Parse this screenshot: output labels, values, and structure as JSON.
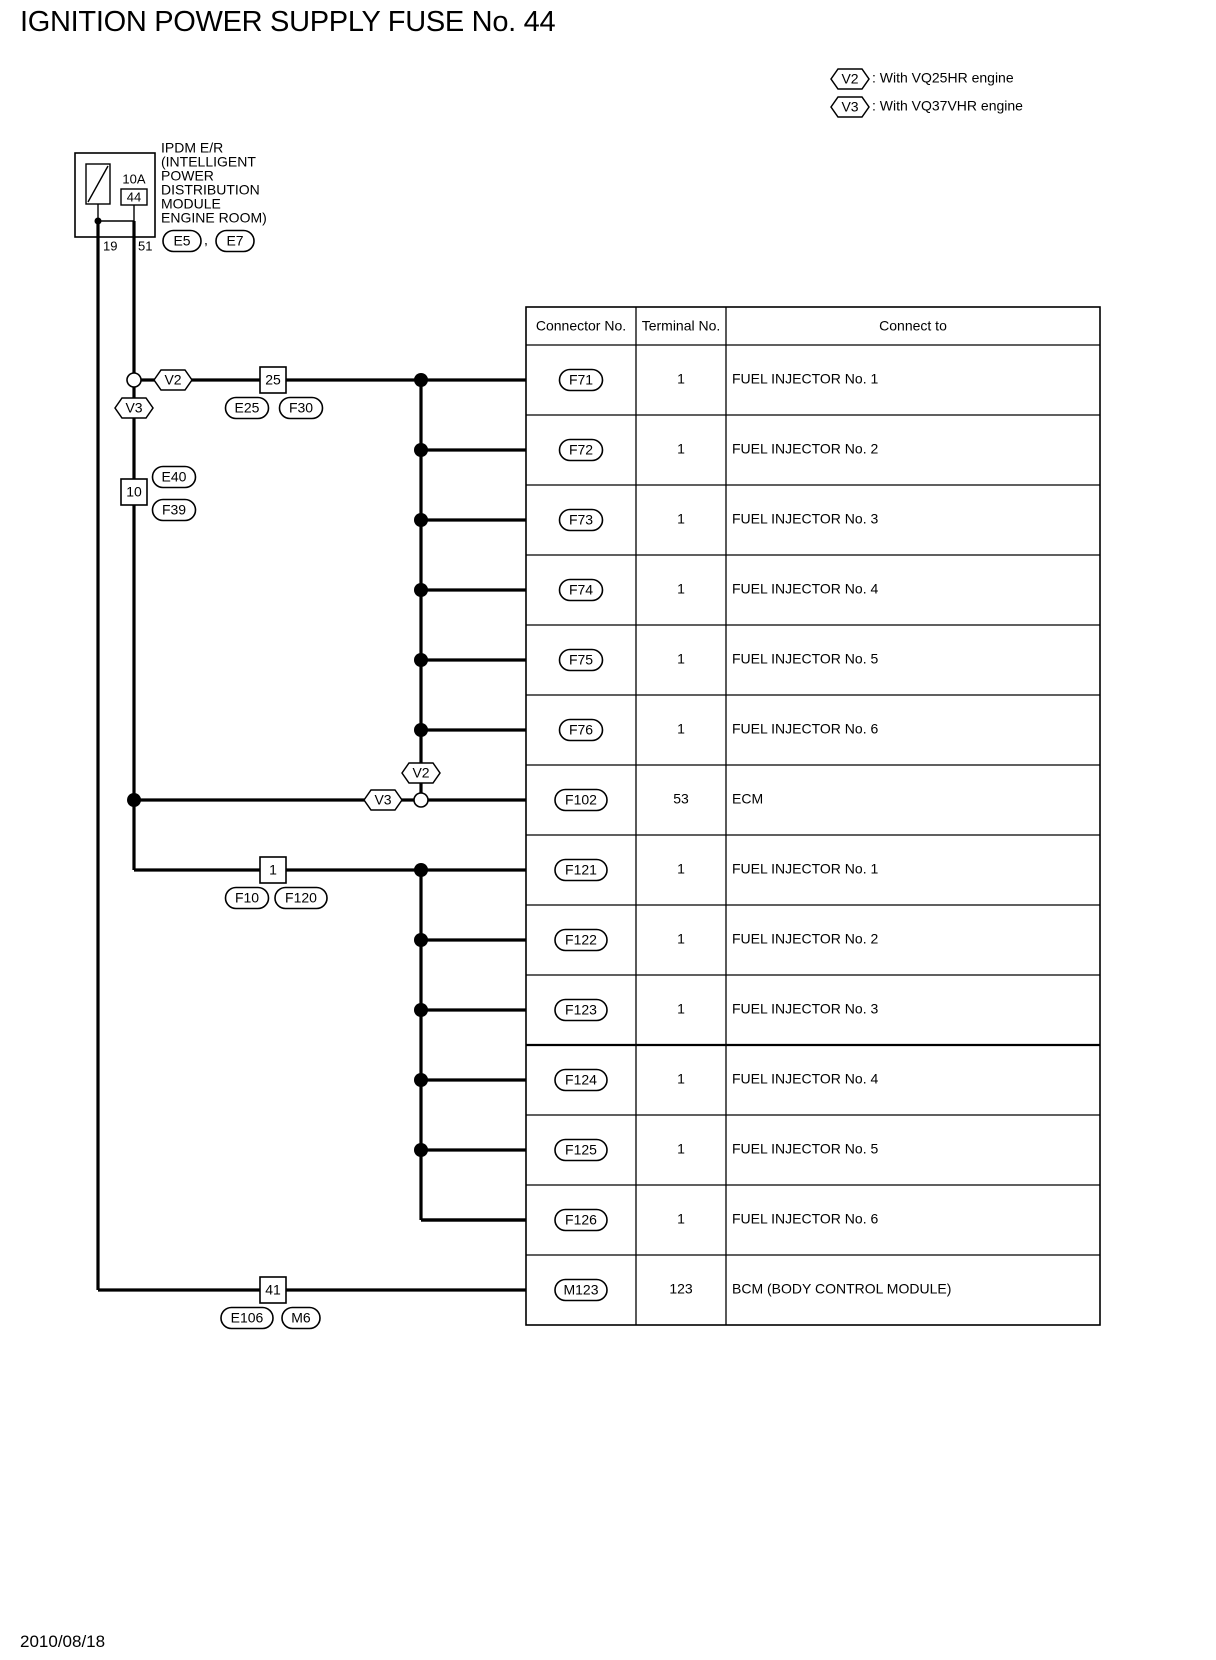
{
  "title": "IGNITION POWER SUPPLY FUSE No. 44",
  "footer_date": "2010/08/18",
  "legend": [
    {
      "code": "V2",
      "text": ": With VQ25HR engine"
    },
    {
      "code": "V3",
      "text": ": With VQ37VHR engine"
    }
  ],
  "ipdm": {
    "label_lines": [
      "IPDM E/R",
      "(INTELLIGENT",
      " POWER",
      " DISTRIBUTION",
      " MODULE",
      " ENGINE ROOM)"
    ],
    "fuse_rating": "10A",
    "fuse_number": "44",
    "terminals": [
      "19",
      "51"
    ],
    "connectors": [
      "E5",
      "E7"
    ],
    "connector_sep": ","
  },
  "junctions": [
    {
      "id": "j25",
      "pin": "25",
      "connectors": [
        "E25",
        "F30"
      ]
    },
    {
      "id": "j10",
      "pin": "10",
      "connectors": [
        "E40",
        "F39"
      ]
    },
    {
      "id": "j1",
      "pin": "1",
      "connectors": [
        "F10",
        "F120"
      ]
    },
    {
      "id": "j41",
      "pin": "41",
      "connectors": [
        "E106",
        "M6"
      ]
    }
  ],
  "variant_tags": {
    "top_v2": "V2",
    "top_v3": "V3",
    "ecm_v2": "V2",
    "ecm_v3": "V3"
  },
  "table": {
    "headers": [
      "Connector No.",
      "Terminal No.",
      "Connect to"
    ],
    "rows": [
      {
        "connector": "F71",
        "terminal": "1",
        "connect_to": "FUEL INJECTOR No. 1"
      },
      {
        "connector": "F72",
        "terminal": "1",
        "connect_to": "FUEL INJECTOR No. 2"
      },
      {
        "connector": "F73",
        "terminal": "1",
        "connect_to": "FUEL INJECTOR No. 3"
      },
      {
        "connector": "F74",
        "terminal": "1",
        "connect_to": "FUEL INJECTOR No. 4"
      },
      {
        "connector": "F75",
        "terminal": "1",
        "connect_to": "FUEL INJECTOR No. 5"
      },
      {
        "connector": "F76",
        "terminal": "1",
        "connect_to": "FUEL INJECTOR No. 6"
      },
      {
        "connector": "F102",
        "terminal": "53",
        "connect_to": "ECM"
      },
      {
        "connector": "F121",
        "terminal": "1",
        "connect_to": "FUEL INJECTOR No. 1"
      },
      {
        "connector": "F122",
        "terminal": "1",
        "connect_to": "FUEL INJECTOR No. 2"
      },
      {
        "connector": "F123",
        "terminal": "1",
        "connect_to": "FUEL INJECTOR No. 3"
      },
      {
        "connector": "F124",
        "terminal": "1",
        "connect_to": "FUEL INJECTOR No. 4"
      },
      {
        "connector": "F125",
        "terminal": "1",
        "connect_to": "FUEL INJECTOR No. 5"
      },
      {
        "connector": "F126",
        "terminal": "1",
        "connect_to": "FUEL INJECTOR No. 6"
      },
      {
        "connector": "M123",
        "terminal": "123",
        "connect_to": "BCM (BODY CONTROL MODULE)"
      }
    ]
  }
}
